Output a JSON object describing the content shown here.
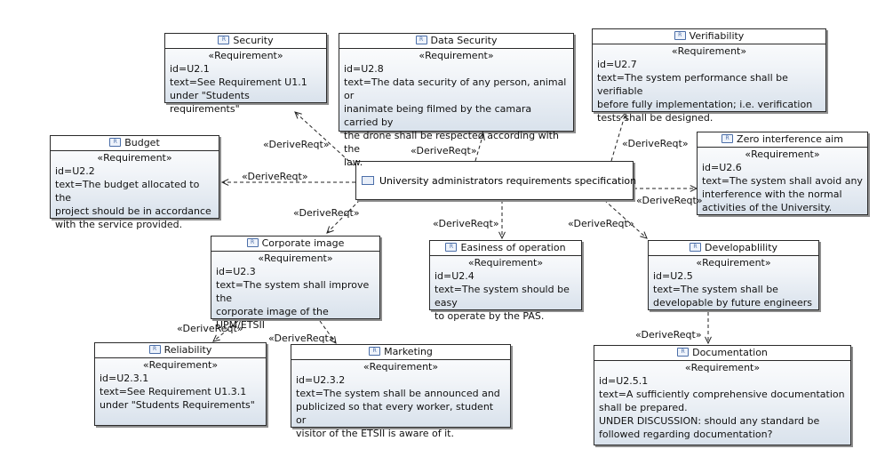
{
  "center": {
    "label": "University administrators requirements specification",
    "icon": "folder-icon"
  },
  "requirements": [
    {
      "key": "security",
      "name": "Security",
      "stereotype": "«Requirement»",
      "id": "id=U2.1",
      "text": "text=See Requirement U1.1\nunder \"Students requirements\""
    },
    {
      "key": "data_security",
      "name": "Data Security",
      "stereotype": "«Requirement»",
      "id": "id=U2.8",
      "text": "text=The data security of any person, animal or\ninanimate being filmed by the camara carried by\nthe drone shall be respected according with the\nlaw."
    },
    {
      "key": "verifiability",
      "name": "Verifiability",
      "stereotype": "«Requirement»",
      "id": "id=U2.7",
      "text": "text=The system performance shall be verifiable\nbefore fully implementation; i.e. verification\ntests shall be designed."
    },
    {
      "key": "budget",
      "name": "Budget",
      "stereotype": "«Requirement»",
      "id": "id=U2.2",
      "text": "text=The budget allocated to the\nproject should be in accordance\nwith the service provided."
    },
    {
      "key": "zero_interference",
      "name": "Zero interference aim",
      "stereotype": "«Requirement»",
      "id": "id=U2.6",
      "text": "text=The system shall avoid any\ninterference with the normal\nactivities of the University."
    },
    {
      "key": "corporate_image",
      "name": "Corporate image",
      "stereotype": "«Requirement»",
      "id": "id=U2.3",
      "text": "text=The system shall improve the\ncorporate image of the UPM/ETSII"
    },
    {
      "key": "easiness",
      "name": "Easiness of operation",
      "stereotype": "«Requirement»",
      "id": "id=U2.4",
      "text": "text=The system should be easy\nto operate by the PAS."
    },
    {
      "key": "developability",
      "name": "Developablility",
      "stereotype": "«Requirement»",
      "id": "id=U2.5",
      "text": "text=The system shall be\ndevelopable by future engineers"
    },
    {
      "key": "reliability",
      "name": "Reliability",
      "stereotype": "«Requirement»",
      "id": "id=U2.3.1",
      "text": "text=See Requirement U1.3.1\nunder \"Students Requirements\""
    },
    {
      "key": "marketing",
      "name": "Marketing",
      "stereotype": "«Requirement»",
      "id": "id=U2.3.2",
      "text": "text=The system shall be announced and\npublicized so that every worker, student or\nvisitor of the ETSII is aware of it."
    },
    {
      "key": "documentation",
      "name": "Documentation",
      "stereotype": "«Requirement»",
      "id": "id=U2.5.1",
      "text": "text=A sufficiently comprehensive documentation\nshall be prepared.\nUNDER DISCUSSION: should any standard be\nfollowed regarding documentation?"
    }
  ],
  "relations": [
    {
      "label": "«DeriveReqt»",
      "from": "center",
      "to": "security"
    },
    {
      "label": "«DeriveReqt»",
      "from": "center",
      "to": "data_security"
    },
    {
      "label": "«DeriveReqt»",
      "from": "center",
      "to": "verifiability"
    },
    {
      "label": "«DeriveReqt»",
      "from": "center",
      "to": "budget"
    },
    {
      "label": "«DeriveReqt»",
      "from": "center",
      "to": "zero_interference"
    },
    {
      "label": "«DeriveReqt»",
      "from": "center",
      "to": "corporate_image"
    },
    {
      "label": "«DeriveReqt»",
      "from": "center",
      "to": "easiness"
    },
    {
      "label": "«DeriveReqt»",
      "from": "center",
      "to": "developability"
    },
    {
      "label": "«DeriveReqt»",
      "from": "corporate_image",
      "to": "reliability"
    },
    {
      "label": "«DeriveReqt»",
      "from": "corporate_image",
      "to": "marketing"
    },
    {
      "label": "«DeriveReqt»",
      "from": "developability",
      "to": "documentation"
    }
  ]
}
